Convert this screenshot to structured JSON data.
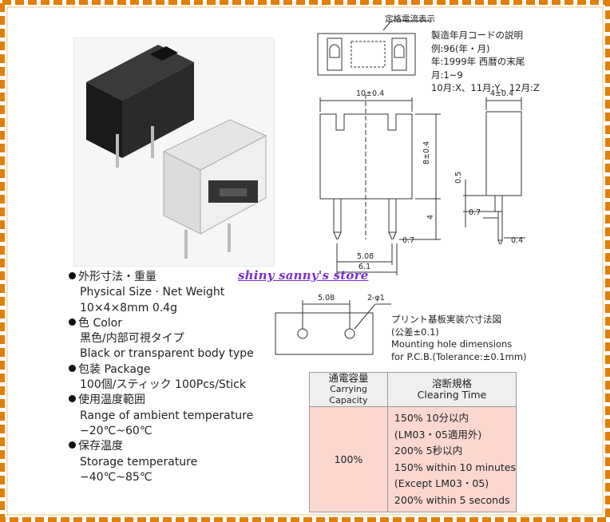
{
  "photo": {
    "alt": "product photo of two fuses"
  },
  "watermark": "shiny sanny's store",
  "top_view_label": "定格電流表示",
  "date_code_notes": [
    "製造年月コードの説明",
    "例:96(年・月)",
    "年:1999年 西暦の末尾",
    "月:1~9",
    "10月:X、11月:Y、12月:Z"
  ],
  "dims": {
    "width": "10±0.4",
    "height": "8±0.4",
    "pin_length": "4",
    "pin_width": "0.7",
    "pitch": "5.08",
    "overall_pitch": "6.1",
    "depth": "4±0.4",
    "side_step": "0.5",
    "side_pin": "0.7",
    "side_pin_thick": "0.4",
    "pcb_pitch": "5.08",
    "hole_dia": "2-φ1"
  },
  "pcb_notes": [
    "プリント基板実装穴寸法図",
    "(公差±0.1)",
    "Mounting hole dimensions",
    "for P.C.B.(Tolerance:±0.1mm)"
  ],
  "specs": [
    {
      "bullet": true,
      "text": "外形寸法・重量"
    },
    {
      "bullet": false,
      "text": "Physical Size · Net Weight"
    },
    {
      "bullet": false,
      "text": "10×4×8mm 0.4g"
    },
    {
      "bullet": true,
      "text": "色 Color"
    },
    {
      "bullet": false,
      "text": "黒色/内部可視タイプ"
    },
    {
      "bullet": false,
      "text": "Black or transparent body type"
    },
    {
      "bullet": true,
      "text": "包装 Package"
    },
    {
      "bullet": false,
      "text": "100個/スティック 100Pcs/Stick"
    },
    {
      "bullet": true,
      "text": "使用温度範囲"
    },
    {
      "bullet": false,
      "text": "Range of ambient temperature"
    },
    {
      "bullet": false,
      "text": "−20℃~60℃"
    },
    {
      "bullet": true,
      "text": "保存温度"
    },
    {
      "bullet": false,
      "text": "Storage temperature"
    },
    {
      "bullet": false,
      "text": "−40℃~85℃"
    }
  ],
  "table": {
    "h1_jp": "通電容量",
    "h1_en": "Carrying Capacity",
    "h2_jp": "溶断規格",
    "h2_en": "Clearing Time",
    "capacity": "100%",
    "clearing": [
      "150% 10分以内",
      "(LM03・05適用外)",
      "200% 5秒以内",
      "150% within 10 minutes",
      "(Except LM03・05)",
      "200% within 5 seconds"
    ]
  },
  "colors": {
    "frame": "#e07f0a",
    "watermark": "#7b2fd0",
    "table_fill": "#fbd7d0"
  }
}
